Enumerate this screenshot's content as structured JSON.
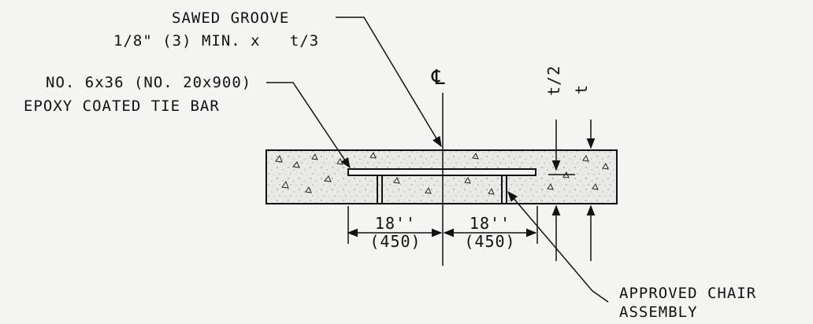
{
  "labels": {
    "sawed_groove": "SAWED GROOVE",
    "groove_size": "1/8\" (3) MIN. x   t/3",
    "tie_bar_line1": "NO. 6x36 (NO. 20x900)",
    "tie_bar_line2": "EPOXY COATED TIE BAR",
    "centerline": "℄",
    "half_thickness": "t/2",
    "thickness": "t",
    "chair_line1": "APPROVED CHAIR",
    "chair_line2": "ASSEMBLY"
  },
  "dimensions": {
    "left_in": "18''",
    "left_mm": "(450)",
    "right_in": "18''",
    "right_mm": "(450)"
  },
  "colors": {
    "line": "#111111",
    "concrete": "#e9e9e6",
    "background": "#f4f4f2"
  }
}
